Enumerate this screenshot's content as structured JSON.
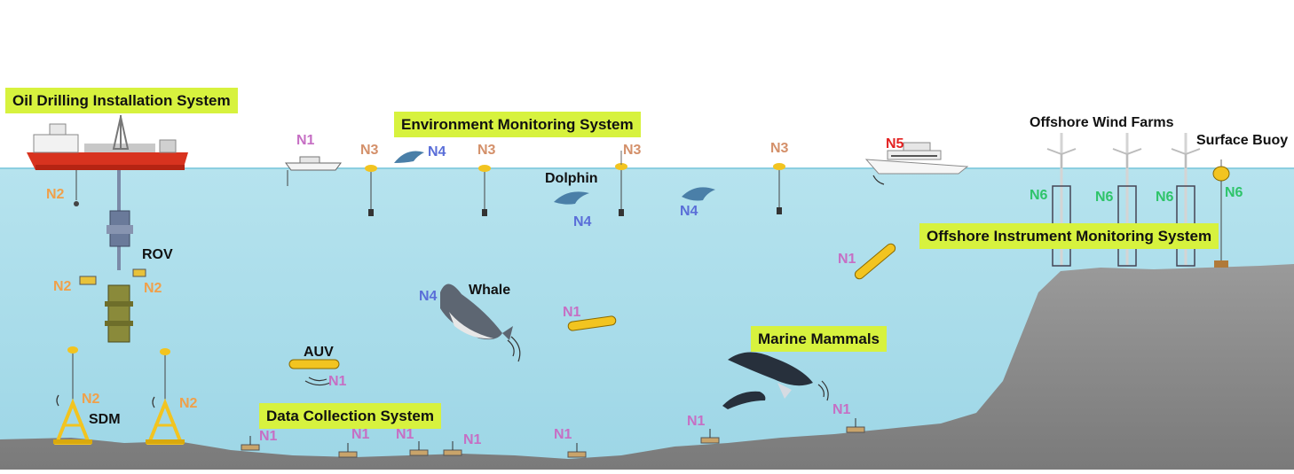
{
  "systems": {
    "oil": "Oil Drilling Installation System",
    "env": "Environment Monitoring System",
    "offshore": "Offshore Instrument Monitoring System",
    "data": "Data Collection System",
    "mammals": "Marine Mammals"
  },
  "objects": {
    "rov": "ROV",
    "sdm": "SDM",
    "auv": "AUV",
    "whale": "Whale",
    "dolphin": "Dolphin",
    "wind": "Offshore Wind Farms",
    "buoy": "Surface Buoy"
  },
  "nodes": {
    "n1": "N1",
    "n2": "N2",
    "n3": "N3",
    "n4": "N4",
    "n5": "N5",
    "n6": "N6"
  },
  "colors": {
    "sky": "#ffffff",
    "sea": "#a9dcea",
    "seabed": "#8c8c8c",
    "highlight": "#d7f23e",
    "n1": "#c66fc4",
    "n2": "#f0a04a",
    "n3": "#d4906a",
    "n4": "#5a6ed8",
    "n5": "#e32222",
    "n6": "#2ec46a"
  }
}
